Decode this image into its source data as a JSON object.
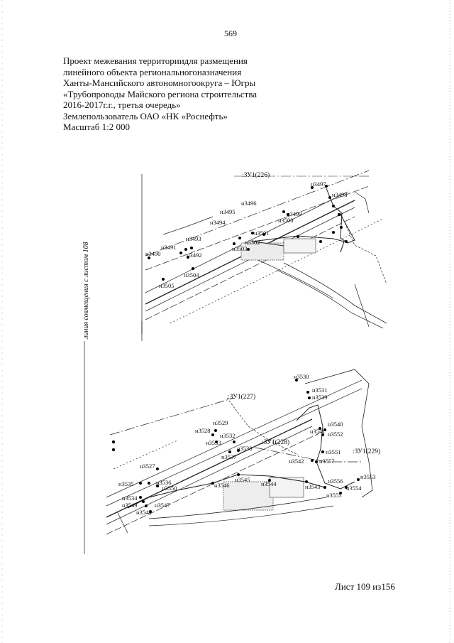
{
  "page_number": "569",
  "title_lines": [
    "Проект межевания территориидля размещения",
    "линейного объекта региональногоназначения",
    "Ханты-Мансийского автономногоокруга – Югры",
    "«Трубопроводы Майского региона строительства",
    "2016-2017г.г., третья очередь»",
    "Землепользователь ОАО «НК «Роснефть»",
    "Масштаб 1:2 000"
  ],
  "match_line_label": "линия совмещения с листом 108",
  "sheet_label": "Лист 109 из156",
  "upper_map": {
    "zone_label": ":ЗУ1(226)",
    "points": [
      "н3497",
      "н3498",
      "н3496",
      "н3499",
      "н3500",
      "н3495",
      "н3494",
      "н3501",
      "н3502",
      "н3503",
      "н3493",
      "н3491",
      "н3492",
      "н3490",
      "н3504",
      "н3505"
    ]
  },
  "lower_map": {
    "zone_labels": [
      ":ЗУ1(227)",
      ":ЗУ1(228)",
      ":ЗУ1(229)"
    ],
    "points": [
      "н3530",
      "н3531",
      "н3539",
      "н3540",
      "н3541",
      "н3552",
      "н3529",
      "н3528",
      "н3532",
      "н3533",
      "н3538",
      "н3537",
      "н3551",
      "н3542",
      "н3557",
      "н3527",
      "н3553",
      "н3535",
      "н3536",
      "н3550",
      "н3546",
      "н3545",
      "н3544",
      "н3543",
      "н3556",
      "н3554",
      "н3555",
      "н3534",
      "н3549",
      "н3547",
      "н3548"
    ]
  }
}
